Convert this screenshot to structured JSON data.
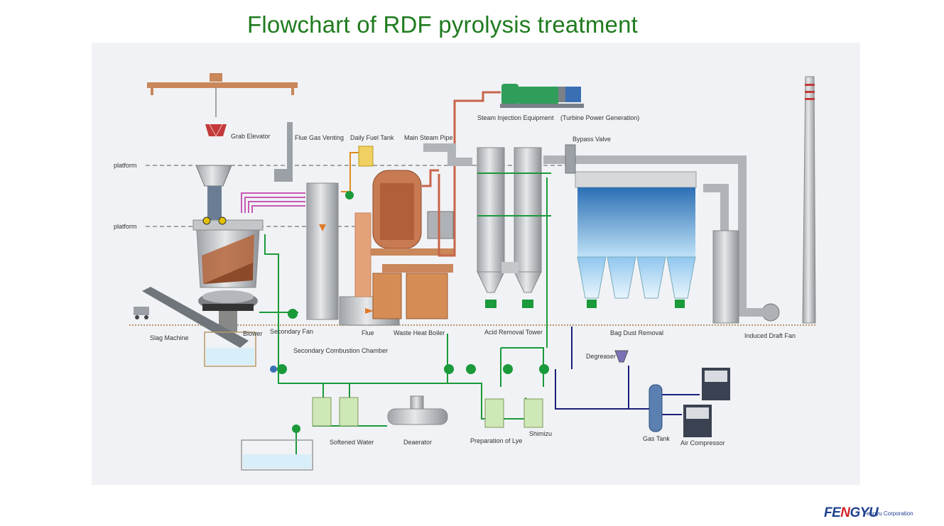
{
  "title": "Flowchart of RDF pyrolysis treatment",
  "labels": {
    "grab_elevator": "Grab Elevator",
    "platform_upper": "platform",
    "platform_lower": "platform",
    "flue_gas_venting": "Flue Gas Venting",
    "daily_fuel_tank": "Daily Fuel Tank",
    "main_steam_pipe": "Main Steam Pipe",
    "steam_injection_equipment": "Steam Injection Equipment",
    "turbine_power_generation": "(Turbine Power Generation)",
    "bypass_valve": "Bypass Valve",
    "slag_machine": "Slag Machine",
    "blower": "Blower",
    "secondary_fan": "Secondary Fan",
    "flue": "Flue",
    "waste_heat_boiler": "Waste Heat Boiler",
    "acid_removal_tower": "Acid Removal Tower",
    "bag_dust_removal": "Bag Dust Removal",
    "induced_draft_fan": "Induced Draft Fan",
    "secondary_combustion_chamber": "Secondary Combustion Chamber",
    "degreaser": "Degreaser",
    "softened_water": "Softened Water",
    "deaerator": "Deaerator",
    "preparation_of_lye": "Preparation of Lye",
    "shimizu": "Shimizu",
    "gas_tank": "Gas Tank",
    "air_compressor": "Air Compressor"
  },
  "logo": {
    "mark_part1": "FE",
    "mark_part2": "N",
    "mark_part3": "GYU",
    "company": "Fengyu Corporation"
  },
  "colors": {
    "title": "#1e7b1e",
    "water_pipe": "#1a9a3a",
    "air_pipe": "#1b1f7a",
    "steam_pipe": "#c8644a",
    "logo_blue": "#1d3f8f",
    "logo_red": "#d2232a"
  }
}
